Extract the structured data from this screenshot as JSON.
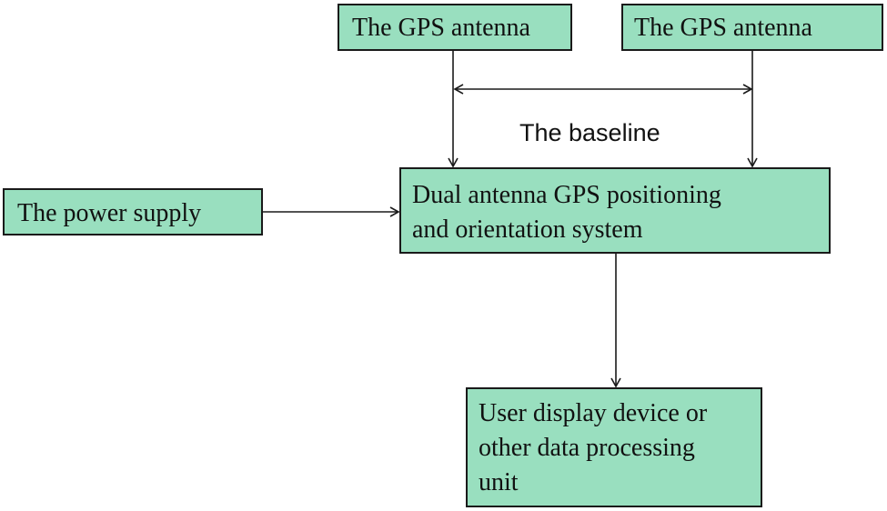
{
  "nodes": {
    "antenna_left": "The GPS antenna",
    "antenna_right": "The GPS antenna",
    "power_supply": "The power supply",
    "system": {
      "line1": "Dual antenna GPS positioning",
      "line2": "and orientation system"
    },
    "user_device": {
      "line1": "User display device or",
      "line2": "other data processing",
      "line3": "unit"
    }
  },
  "labels": {
    "baseline": "The baseline"
  },
  "colors": {
    "box_fill": "#99dfbf",
    "box_border": "#1a1a1a",
    "arrow": "#1a1a1a"
  }
}
